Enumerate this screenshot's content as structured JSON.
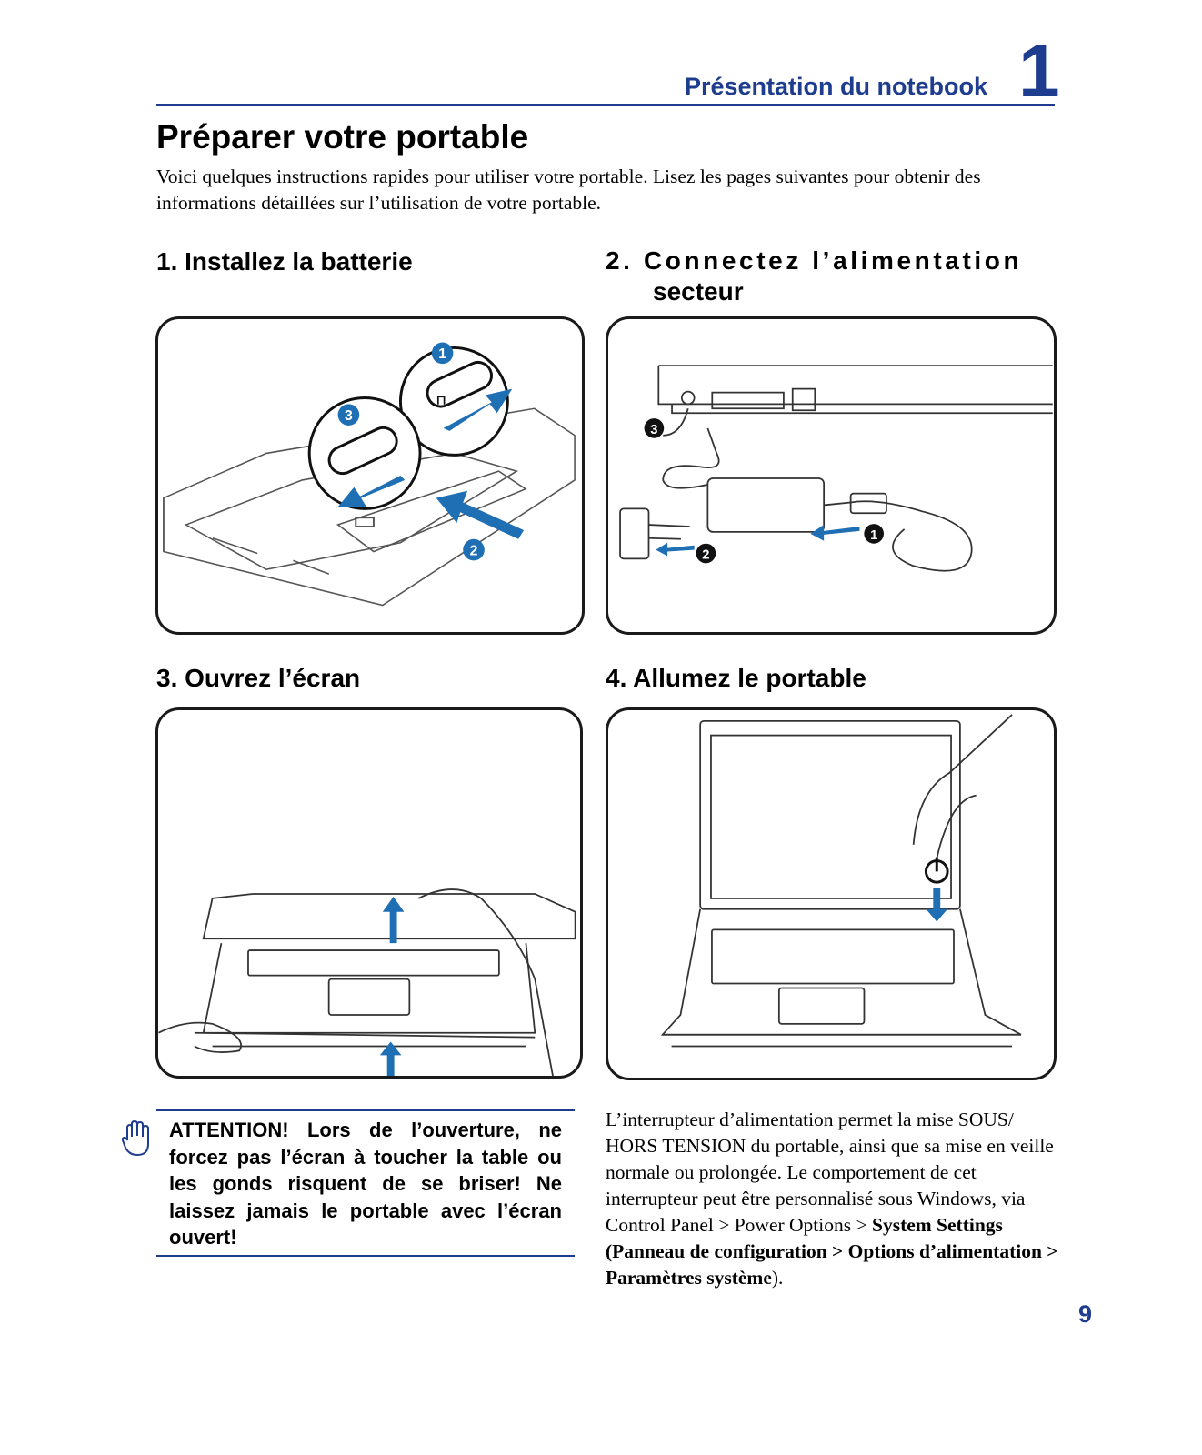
{
  "header": {
    "section_title": "Présentation du notebook",
    "chapter_number": "1"
  },
  "page_title": "Préparer votre portable",
  "intro": "Voici quelques instructions rapides pour utiliser votre portable. Lisez les pages suivantes pour obtenir des informations détaillées sur l’utilisation de votre portable.",
  "steps": [
    {
      "number": "1.",
      "title": "Installez la batterie"
    },
    {
      "number": "2.",
      "title_line1": "Connectez l’alimentation",
      "title_line2": "secteur"
    },
    {
      "number": "3.",
      "title": "Ouvrez l’écran"
    },
    {
      "number": "4.",
      "title": "Allumez le portable"
    }
  ],
  "callouts": {
    "one": "1",
    "two": "2",
    "three": "3"
  },
  "warning": {
    "icon": "raised-hand-icon",
    "text": "ATTENTION! Lors de l’ouverture, ne forcez pas l’écran à toucher la table ou les gonds risquent de se briser! Ne laissez jamais le portable avec l’écran ouvert!"
  },
  "power_description": {
    "plain": "L’interrupteur d’alimentation permet la mise SOUS/ HORS TENSION du portable, ainsi que sa mise en veille normale ou prolongée. Le comportement de cet interrupteur peut être personnalisé sous Windows, via Control Panel > Power Options > ",
    "bold": "System Settings (Panneau de configuration > Options d’alimentation > Paramètres système",
    "end": ")."
  },
  "page_number": "9",
  "colors": {
    "accent_blue": "#1f3d8f",
    "arrow_blue": "#1f6fb4"
  }
}
